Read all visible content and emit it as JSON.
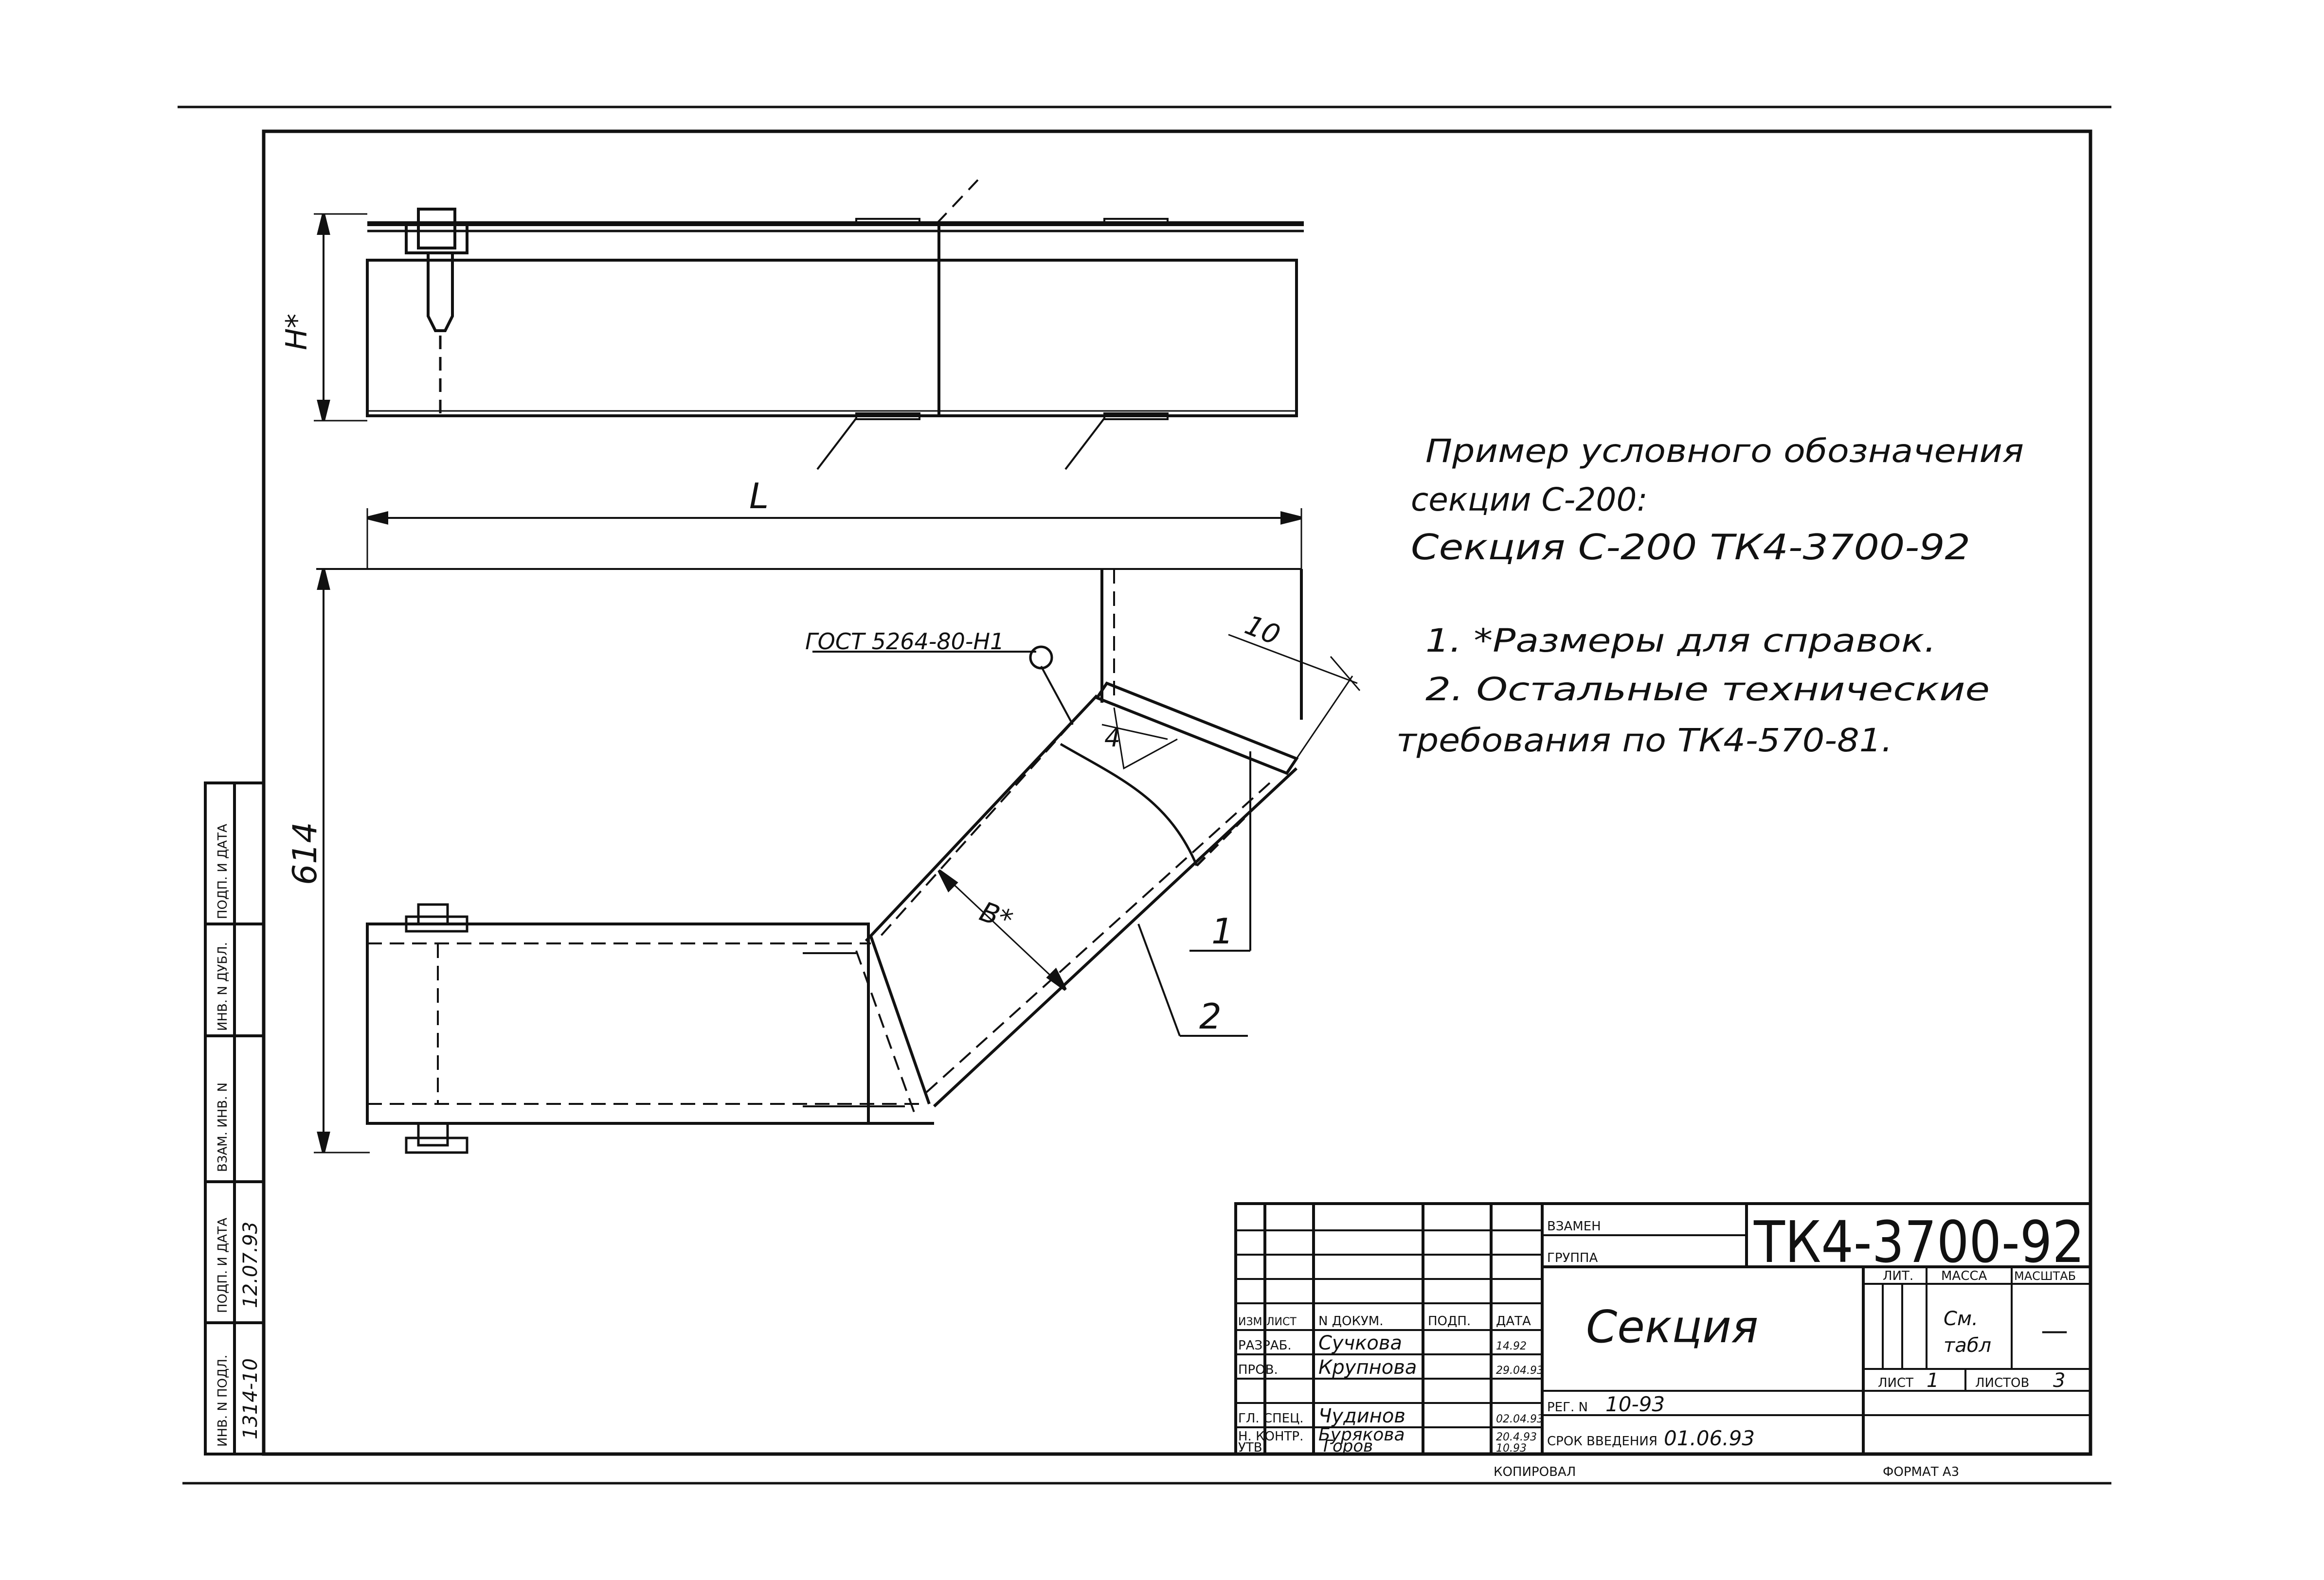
{
  "drawing": {
    "top_view_dim_label": "H*",
    "length_dim_label": "L",
    "height_dim_label": "614",
    "angle_dim_label": "10",
    "inner_dim_label": "4",
    "width_dim_label": "B*",
    "weld_callout": "ГОСТ 5264-80-Н1",
    "part_1": "1",
    "part_2": "2"
  },
  "notes": {
    "example_line1": "Пример условного обозначения",
    "example_line2": "секции С-200:",
    "example_line3": "Секция  С-200  ТК4-3700-92",
    "note1": "1. *Размеры для справок.",
    "note2": "2. Остальные  технические",
    "note3": "требования по ТК4-570-81."
  },
  "side_stamp": {
    "col1": "ИНВ. N ПОДЛ.",
    "col2": "ПОДП. И ДАТА",
    "col3": "ВЗАМ. ИНВ. N",
    "col4": "ИНВ. N ДУБЛ.",
    "col5": "ПОДП. И ДАТА",
    "val1": "1314-10",
    "val2": "12.07.93"
  },
  "title_block": {
    "vzamen": "ВЗАМЕН",
    "gruppa": "ГРУППА",
    "doc_number": "ТК4-3700-92",
    "title": "Секция",
    "h_izm": "ИЗМ",
    "h_list": "ЛИСТ",
    "h_doc": "N ДОКУМ.",
    "h_podp": "ПОДП.",
    "h_data": "ДАТА",
    "r1_role": "РАЗРАБ.",
    "r1_name": "Сучкова",
    "r1_date": "14.92",
    "r2_role": "ПРОВ.",
    "r2_name": "Крупнова",
    "r2_date": "29.04.93",
    "r3_role": "ГЛ. СПЕЦ.",
    "r3_name": "Чудинов",
    "r3_date": "02.04.93",
    "r4_role": "Н. КОНТР.",
    "r4_name": "Бурякова",
    "r4_date": "20.4.93",
    "r5_role": "УТВ.",
    "r5_name": "Горов",
    "r5_date": "10.93",
    "lit": "ЛИТ.",
    "massa": "МАССА",
    "masshtab": "МАСШТАБ",
    "massa_val": "См.",
    "massa_val2": "табл",
    "masshtab_val": "—",
    "list_label": "ЛИСТ",
    "list_val": "1",
    "listov_label": "ЛИСТОВ",
    "listov_val": "3",
    "reg_label": "РЕГ. N",
    "reg_val": "10-93",
    "srok_label": "СРОК ВВЕДЕНИЯ",
    "srok_val": "01.06.93",
    "kopiroval": "КОПИРОВАЛ",
    "format": "ФОРМАТ  А3"
  }
}
